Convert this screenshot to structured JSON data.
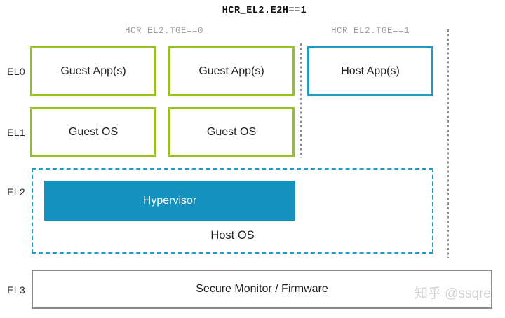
{
  "title": "HCR_EL2.E2H==1",
  "headers": {
    "tge0": "HCR_EL2.TGE==0",
    "tge1": "HCR_EL2.TGE==1"
  },
  "el0": {
    "label": "EL0",
    "guest_app_1": "Guest App(s)",
    "guest_app_2": "Guest App(s)",
    "host_app": "Host App(s)"
  },
  "el1": {
    "label": "EL1",
    "guest_os_1": "Guest OS",
    "guest_os_2": "Guest OS"
  },
  "el2": {
    "label": "EL2",
    "hypervisor": "Hypervisor",
    "host_os": "Host OS"
  },
  "el3": {
    "label": "EL3",
    "secure_monitor": "Secure Monitor / Firmware"
  },
  "watermark": "知乎 @ssqre",
  "colors": {
    "guest_green": "#96C11E",
    "host_blue_border": "#1E9CC8",
    "hypervisor_fill": "#1292BC",
    "divider_gray": "#8C8C8C",
    "header_gray": "#9E9E9E",
    "el3_border_gray": "#8C8C8C",
    "watermark_gray": "#D2D2D2"
  }
}
